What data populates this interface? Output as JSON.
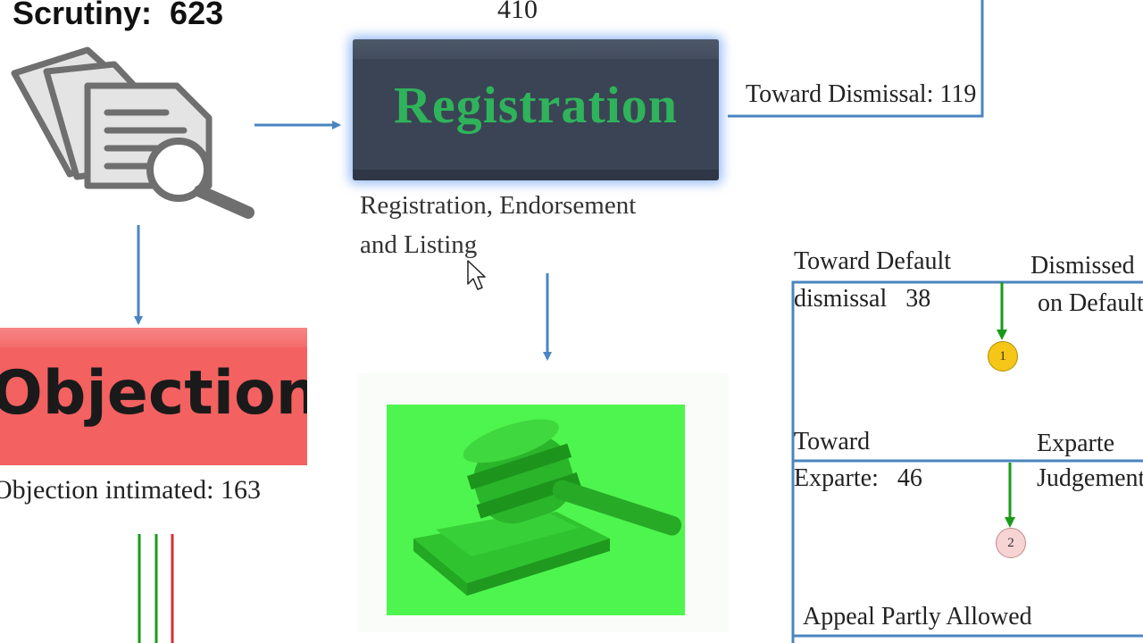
{
  "scrutiny": {
    "title": "Scrutiny:",
    "count": "623"
  },
  "registration": {
    "count_above": "410",
    "label": "Registration",
    "description_line1": "Registration, Endorsement",
    "description_line2": "and Listing"
  },
  "dismissal": {
    "label": "Toward Dismissal:",
    "count": "119"
  },
  "objections": {
    "label": "Objections",
    "intimated_label": "Objection intimated:",
    "intimated_count": "163"
  },
  "default_flow": {
    "toward_line1": "Toward Default",
    "toward_line2": "dismissal",
    "count": "38",
    "result_line1": "Dismissed",
    "result_line2": "on Default",
    "badge": "1"
  },
  "exparte_flow": {
    "toward_line1": "Toward",
    "toward_line2": "Exparte:",
    "count": "46",
    "result_line1": "Exparte",
    "result_line2": "Judgement",
    "badge": "2"
  },
  "appeal": {
    "label": "Appeal Partly Allowed"
  },
  "colors": {
    "arrow_blue": "#4a85c0",
    "registration_bg": "#3a4455",
    "registration_text": "#2fb35a",
    "objections_bg": "#f36161",
    "gavel_bg": "#4ef54e",
    "badge_1": "#f5c518",
    "badge_2": "#f7d3d3",
    "green_arrow": "#1a9a1a",
    "red_line": "#d43030"
  },
  "icons": {
    "scrutiny": "documents-magnifier-icon",
    "gavel": "gavel-icon",
    "cursor": "mouse-pointer-icon"
  }
}
